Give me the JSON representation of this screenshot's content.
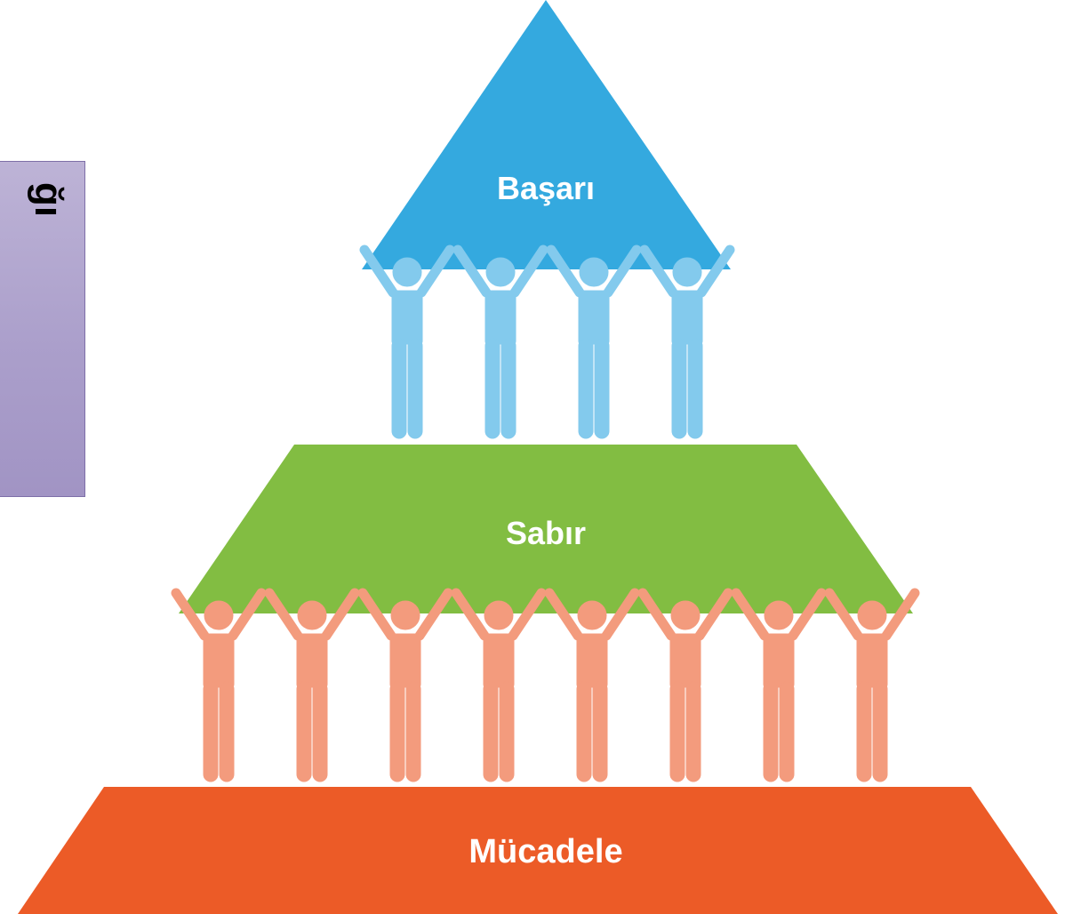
{
  "side_panel": {
    "visible_text": "ğı"
  },
  "levels": [
    {
      "id": "top",
      "label": "Başarı",
      "color": "#34a9df"
    },
    {
      "id": "middle",
      "label": "Sabır",
      "color": "#82bd42"
    },
    {
      "id": "base",
      "label": "Mücadele",
      "color": "#ec5b27"
    }
  ],
  "people_rows": [
    {
      "supports": "Başarı",
      "count": 4,
      "color": "#83caed"
    },
    {
      "supports": "Sabır",
      "count": 8,
      "color": "#f39b7d"
    }
  ]
}
